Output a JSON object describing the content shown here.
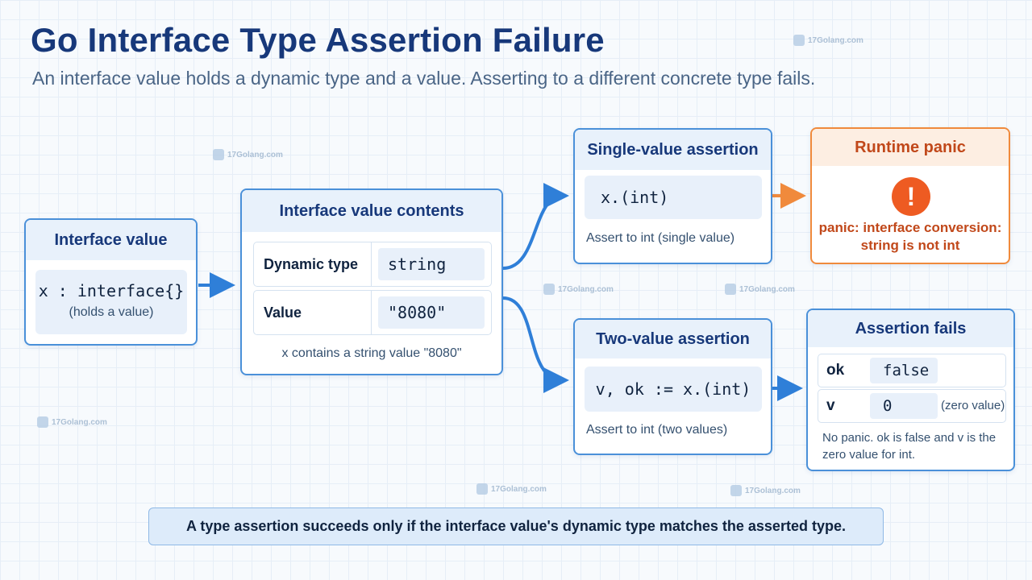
{
  "title": "Go Interface Type Assertion Failure",
  "subtitle": "An interface value holds a dynamic type and a value. Asserting to a different concrete type fails.",
  "interface_value": {
    "heading": "Interface value",
    "declaration": "x : interface{}",
    "caption": "(holds a value)"
  },
  "contents": {
    "heading": "Interface value contents",
    "rows": [
      {
        "label": "Dynamic type",
        "value": "string"
      },
      {
        "label": "Value",
        "value": "\"8080\""
      }
    ],
    "caption": "x contains a string value \"8080\""
  },
  "single_assertion": {
    "heading": "Single-value assertion",
    "code": "x.(int)",
    "caption": "Assert to int (single value)"
  },
  "panic": {
    "heading": "Runtime panic",
    "icon": "alert-icon",
    "icon_glyph": "!",
    "message": "panic: interface conversion: string is not int"
  },
  "two_value_assertion": {
    "heading": "Two-value assertion",
    "code": "v, ok := x.(int)",
    "caption": "Assert to int (two values)"
  },
  "assertion_fails": {
    "heading": "Assertion fails",
    "rows": [
      {
        "key": "ok",
        "value": "false",
        "note": ""
      },
      {
        "key": "v",
        "value": "0",
        "note": "(zero value)"
      }
    ],
    "explanation": "No panic. ok is false and v is the zero value for int."
  },
  "footer_note": "A type assertion succeeds only if the interface value's dynamic type matches the asserted type.",
  "watermark": "17Golang.com",
  "colors": {
    "accent": "#4a90d9",
    "arrow": "#2f7fd8",
    "panic": "#ee5b22",
    "title": "#17387a"
  }
}
